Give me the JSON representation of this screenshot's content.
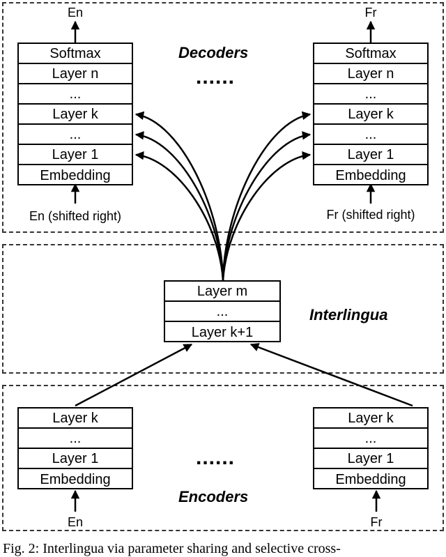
{
  "decoders": {
    "title": "Decoders",
    "dots": "......",
    "left": {
      "output_label": "En",
      "input_label": "En (shifted right)",
      "layers": [
        "Softmax",
        "Layer n",
        "...",
        "Layer k",
        "...",
        "Layer 1",
        "Embedding"
      ]
    },
    "right": {
      "output_label": "Fr",
      "input_label": "Fr (shifted right)",
      "layers": [
        "Softmax",
        "Layer n",
        "...",
        "Layer k",
        "...",
        "Layer 1",
        "Embedding"
      ]
    }
  },
  "interlingua": {
    "title": "Interlingua",
    "layers": [
      "Layer m",
      "...",
      "Layer k+1"
    ]
  },
  "encoders": {
    "title": "Encoders",
    "dots": "......",
    "left": {
      "input_label": "En",
      "layers": [
        "Layer k",
        "...",
        "Layer 1",
        "Embedding"
      ]
    },
    "right": {
      "input_label": "Fr",
      "layers": [
        "Layer k",
        "...",
        "Layer 1",
        "Embedding"
      ]
    }
  },
  "caption": "Fig. 2: Interlingua via parameter sharing and selective cross-"
}
